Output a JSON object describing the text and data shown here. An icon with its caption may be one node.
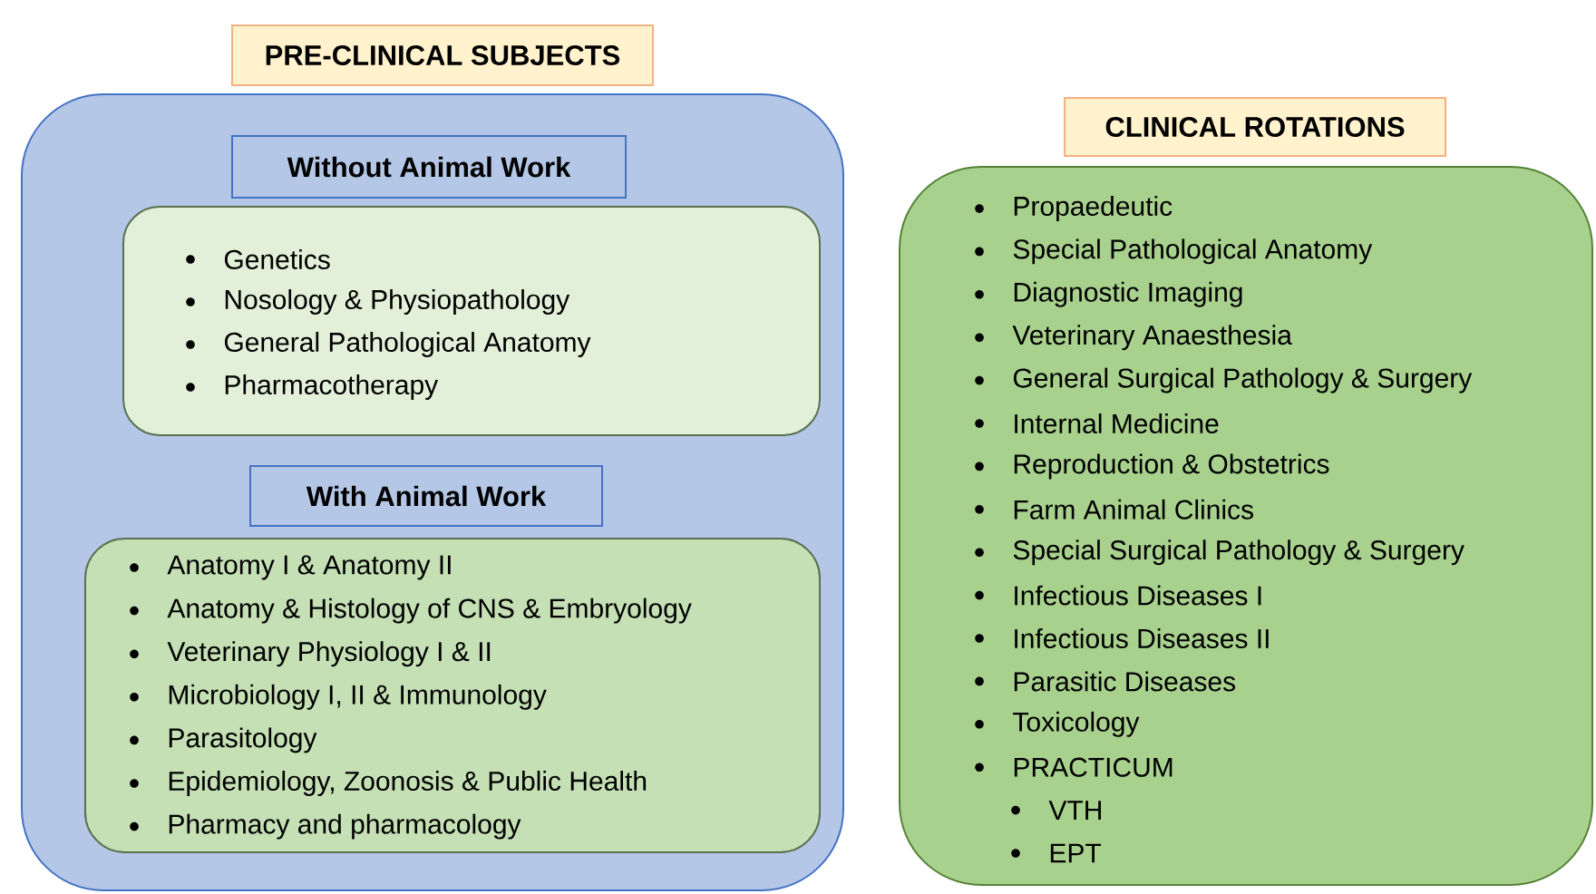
{
  "diagram": {
    "nodes": [
      {
        "text": [
          "PRE-CLINICAL SUBJECTS"
        ]
      },
      {
        "text": [
          "Without Animal Work",
          "Genetics",
          "Nosology & Physiopathology",
          "General Pathological Anatomy",
          "Pharmacotherapy"
        ],
        "in": 0
      },
      {
        "text": [
          "With Animal Work",
          "Anatomy I & Anatomy II",
          "Anatomy & Histology of CNS & Embryology",
          "Veterinary Physiology I & II",
          "Microbiology I, II & Immunology",
          "Parasitology",
          "Epidemiology, Zoonosis & Public Health",
          "Pharmacy and pharmacology"
        ],
        "in": 0
      },
      {
        "text": [
          "CLINICAL ROTATIONS",
          "Propaedeutic",
          "Special Pathological Anatomy",
          "Diagnostic Imaging",
          "Veterinary Anaesthesia",
          "General Surgical Pathology & Surgery",
          "Internal Medicine",
          "Reproduction & Obstetrics",
          "Farm Animal Clinics",
          "Special Surgical Pathology & Surgery",
          "Infectious Diseases I",
          "Infectious Diseases II",
          "Parasitic Diseases",
          "Toxicology",
          "PRACTICUM",
          "VTH",
          "EPT"
        ]
      }
    ]
  }
}
